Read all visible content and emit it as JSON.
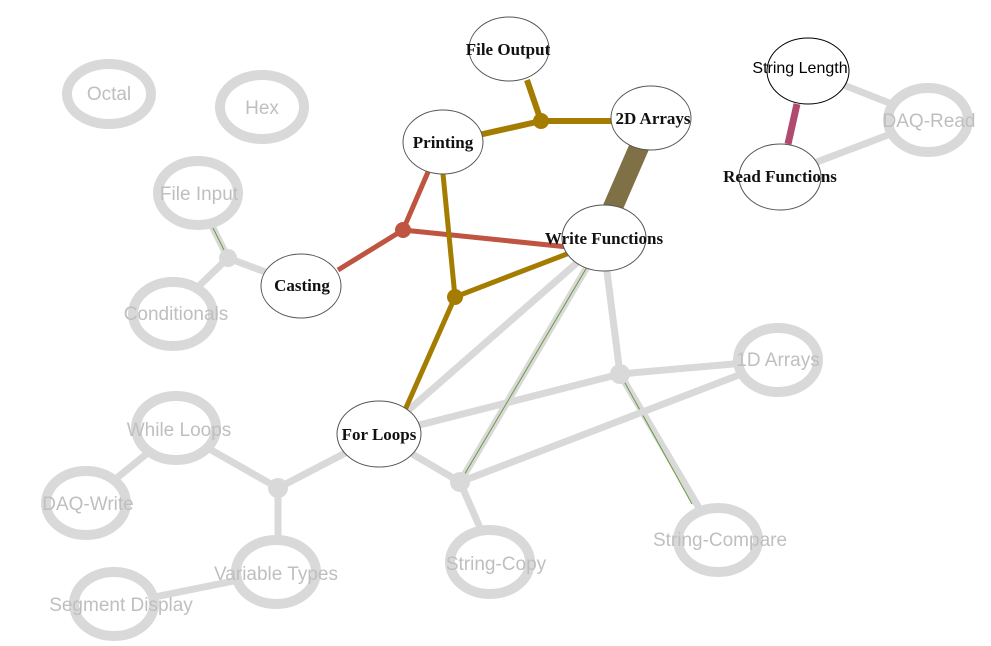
{
  "colors": {
    "inactive_edge": "#d9d9d9",
    "inactive_node": "#d9d9d9",
    "inactive_text": "#bfbfbf",
    "gold": "#a37c00",
    "red": "#bf5440",
    "olive": "#7f7145",
    "magenta": "#b04a6f",
    "active_node_stroke": "#555555",
    "thin_green": "#6a9a3a"
  },
  "nodes": [
    {
      "id": "octal",
      "label": "Octal",
      "state": "inactive"
    },
    {
      "id": "hex",
      "label": "Hex",
      "state": "inactive"
    },
    {
      "id": "file_input",
      "label": "File Input",
      "state": "inactive"
    },
    {
      "id": "conditionals",
      "label": "Conditionals",
      "state": "inactive"
    },
    {
      "id": "file_output",
      "label": "File Output",
      "state": "active"
    },
    {
      "id": "printing",
      "label": "Printing",
      "state": "active"
    },
    {
      "id": "arrays_2d",
      "label": "2D Arrays",
      "state": "active"
    },
    {
      "id": "casting",
      "label": "Casting",
      "state": "active"
    },
    {
      "id": "write_functions",
      "label": "Write Functions",
      "state": "active"
    },
    {
      "id": "string_length",
      "label": "String Length",
      "state": "highlight"
    },
    {
      "id": "read_functions",
      "label": "Read Functions",
      "state": "active"
    },
    {
      "id": "daq_read",
      "label": "DAQ-Read",
      "state": "inactive"
    },
    {
      "id": "arrays_1d",
      "label": "1D Arrays",
      "state": "inactive"
    },
    {
      "id": "for_loops",
      "label": "For Loops",
      "state": "active"
    },
    {
      "id": "while_loops",
      "label": "While Loops",
      "state": "inactive"
    },
    {
      "id": "daq_write",
      "label": "DAQ-Write",
      "state": "inactive"
    },
    {
      "id": "variable_types",
      "label": "Variable Types",
      "state": "inactive"
    },
    {
      "id": "segment_display",
      "label": "Segment Display",
      "state": "inactive"
    },
    {
      "id": "string_copy",
      "label": "String-Copy",
      "state": "inactive"
    },
    {
      "id": "string_compare",
      "label": "String-Compare",
      "state": "inactive"
    }
  ],
  "edges": [
    {
      "from": "file_output",
      "to": "printing",
      "color": "gold"
    },
    {
      "from": "file_output",
      "to": "arrays_2d",
      "color": "gold"
    },
    {
      "from": "arrays_2d",
      "to": "write_functions",
      "color": "olive"
    },
    {
      "from": "printing",
      "to": "casting",
      "color": "red"
    },
    {
      "from": "printing",
      "to": "write_functions",
      "color": "red"
    },
    {
      "from": "printing",
      "to": "for_loops",
      "color": "gold"
    },
    {
      "from": "write_functions",
      "to": "for_loops",
      "color": "gold"
    },
    {
      "from": "string_length",
      "to": "read_functions",
      "color": "magenta"
    },
    {
      "from": "string_length",
      "to": "daq_read",
      "color": "inactive"
    },
    {
      "from": "read_functions",
      "to": "daq_read",
      "color": "inactive"
    },
    {
      "from": "file_input",
      "to": "casting",
      "color": "inactive"
    },
    {
      "from": "conditionals",
      "to": "casting",
      "color": "inactive"
    },
    {
      "from": "write_functions",
      "to": "arrays_1d",
      "color": "inactive"
    },
    {
      "from": "write_functions",
      "to": "string_compare",
      "color": "inactive"
    },
    {
      "from": "write_functions",
      "to": "string_copy",
      "color": "inactive"
    },
    {
      "from": "write_functions",
      "to": "for_loops",
      "color": "inactive"
    },
    {
      "from": "for_loops",
      "to": "arrays_1d",
      "color": "inactive"
    },
    {
      "from": "for_loops",
      "to": "string_copy",
      "color": "inactive"
    },
    {
      "from": "while_loops",
      "to": "for_loops",
      "color": "inactive"
    },
    {
      "from": "daq_write",
      "to": "while_loops",
      "color": "inactive"
    },
    {
      "from": "variable_types",
      "to": "for_loops",
      "color": "inactive"
    },
    {
      "from": "segment_display",
      "to": "variable_types",
      "color": "inactive"
    },
    {
      "from": "string_copy",
      "to": "arrays_1d",
      "color": "inactive"
    }
  ]
}
